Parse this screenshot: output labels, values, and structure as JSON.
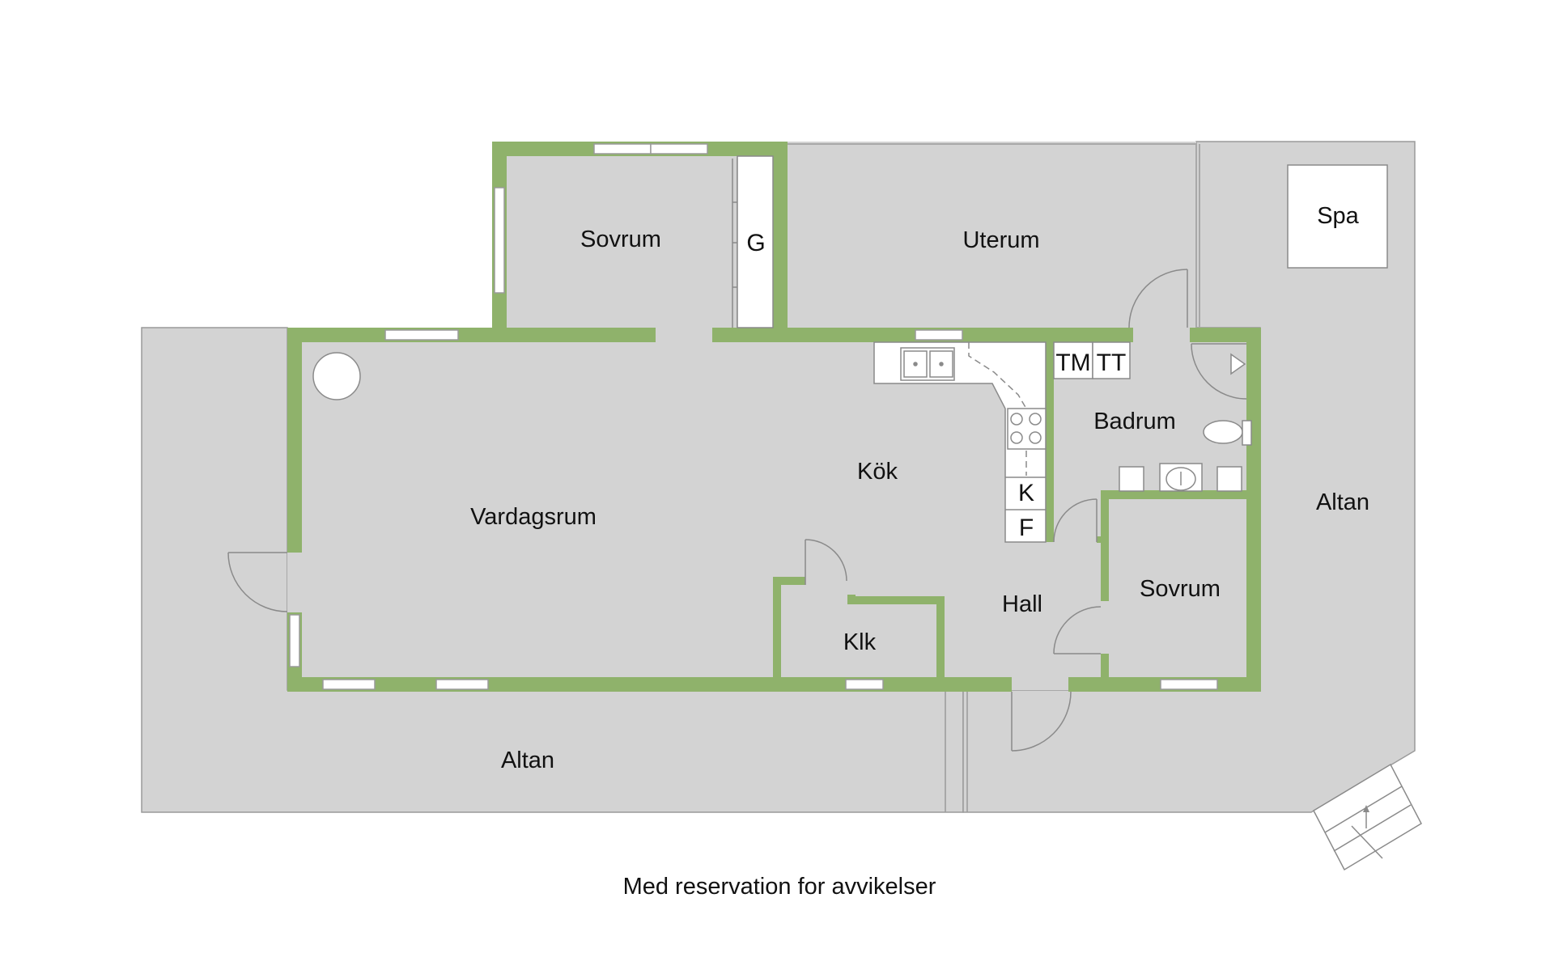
{
  "colors": {
    "wall": "#8fb26b",
    "floor": "#d3d3d3",
    "fixture": "#ffffff",
    "line": "#8a8a8a",
    "text": "#111111"
  },
  "rooms": {
    "sovrum_top": "Sovrum",
    "garderob": "G",
    "uterum": "Uterum",
    "spa": "Spa",
    "vardagsrum": "Vardagsrum",
    "kok": "Kök",
    "tm": "TM",
    "tt": "TT",
    "badrum": "Badrum",
    "kyl": "K",
    "frys": "F",
    "hall": "Hall",
    "sovrum_right": "Sovrum",
    "klk": "Klk",
    "altan_right": "Altan",
    "altan_bottom": "Altan"
  },
  "disclaimer": "Med reservation for avvikelser"
}
